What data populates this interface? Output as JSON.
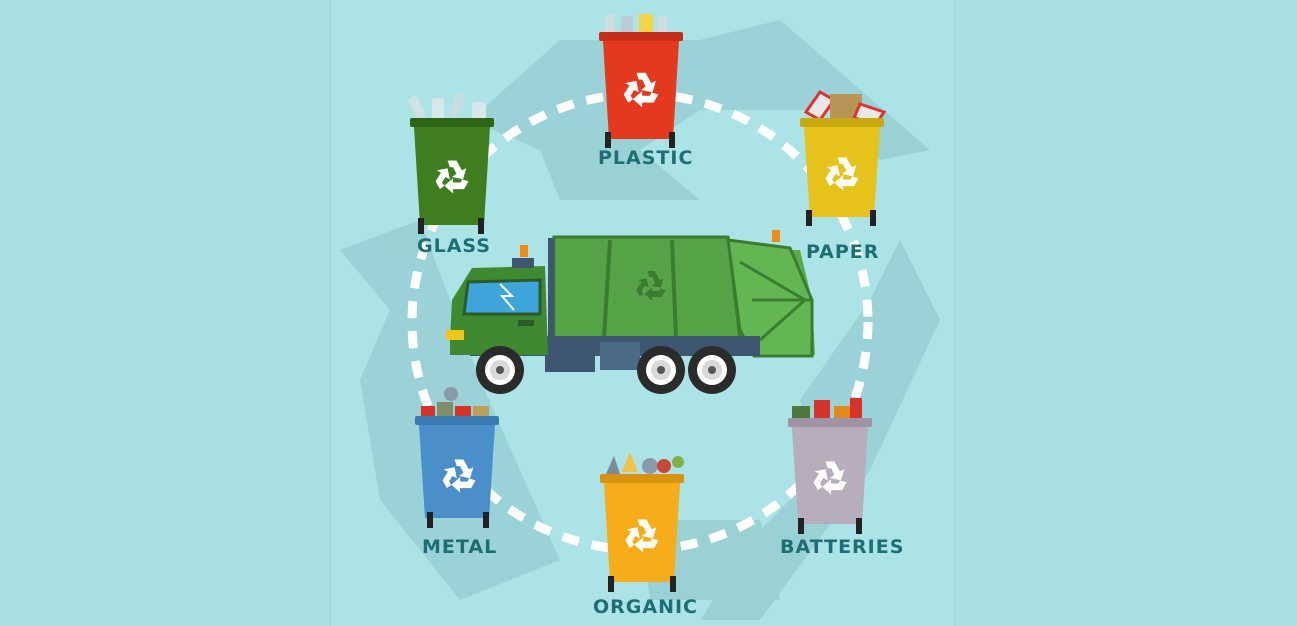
{
  "labels": {
    "plastic": "PLASTIC",
    "paper": "PAPER",
    "glass": "GLASS",
    "metal": "METAL",
    "organic": "ORGANIC",
    "batteries": "BATTERIES"
  },
  "bins": [
    {
      "id": "plastic",
      "color": "#e4391d"
    },
    {
      "id": "paper",
      "color": "#e6c31b"
    },
    {
      "id": "glass",
      "color": "#3f7d1f"
    },
    {
      "id": "metal",
      "color": "#4b8fca"
    },
    {
      "id": "organic",
      "color": "#f5ae1a"
    },
    {
      "id": "batteries",
      "color": "#b8adbd"
    }
  ],
  "colors": {
    "background": "#a8e0e4",
    "label_text": "#1d6f73",
    "truck_green": "#5aa94a",
    "truck_dark": "#3b7d30",
    "arrow_tint": "#97cfd3"
  },
  "icons": [
    "recycle-icon",
    "garbage-truck-icon",
    "bin-icon"
  ]
}
